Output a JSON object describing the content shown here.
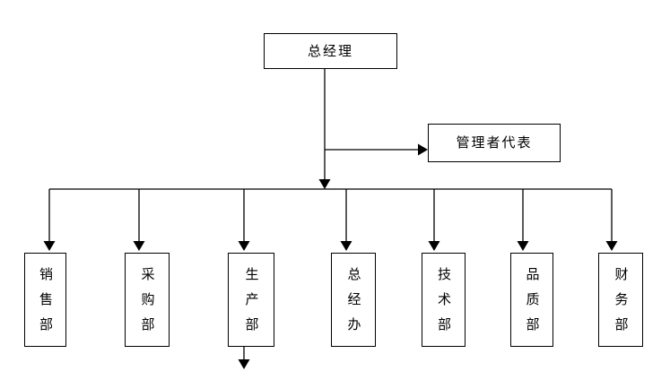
{
  "diagram": {
    "type": "org-chart",
    "general_manager": {
      "label": "总经理"
    },
    "management_representative": {
      "label": "管理者代表"
    },
    "departments": [
      {
        "label": "销售部"
      },
      {
        "label": "采购部"
      },
      {
        "label": "生产部"
      },
      {
        "label": "总经办"
      },
      {
        "label": "技术部"
      },
      {
        "label": "品质部"
      },
      {
        "label": "财务部"
      }
    ],
    "colors": {
      "background": "#ffffff",
      "line": "#000000",
      "box_border": "#000000",
      "text": "#000000"
    }
  }
}
